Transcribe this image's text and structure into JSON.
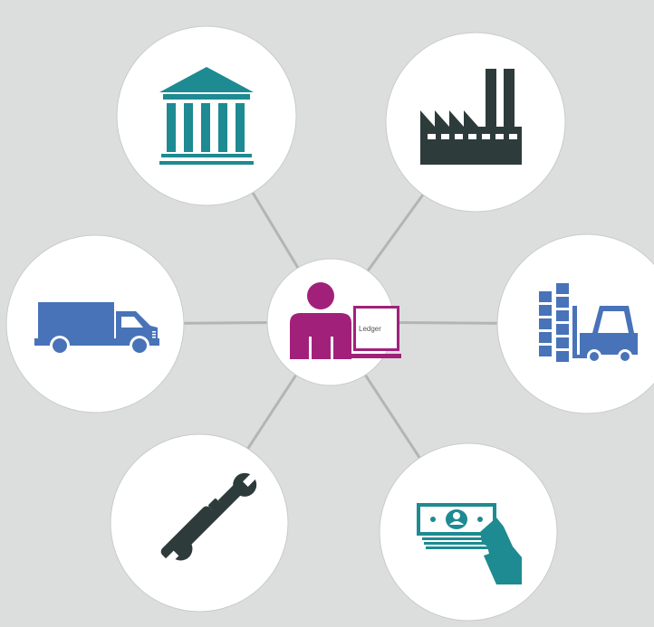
{
  "colors": {
    "background": "#dcdedd",
    "node_fill": "#ffffff",
    "connector": "#b3b5b4",
    "teal": "#1e8a91",
    "dark": "#2e3b3b",
    "blue": "#4873b8",
    "magenta": "#a1217a"
  },
  "center": {
    "icon": "person-at-laptop-icon",
    "screen_label": "Ledger"
  },
  "satellites": [
    {
      "id": "bank",
      "icon": "bank-building-icon"
    },
    {
      "id": "factory",
      "icon": "factory-icon"
    },
    {
      "id": "truck",
      "icon": "delivery-truck-icon"
    },
    {
      "id": "warehouse",
      "icon": "forklift-boxes-icon"
    },
    {
      "id": "tools",
      "icon": "screwdriver-wrench-icon"
    },
    {
      "id": "payment",
      "icon": "hand-with-money-icon"
    }
  ]
}
